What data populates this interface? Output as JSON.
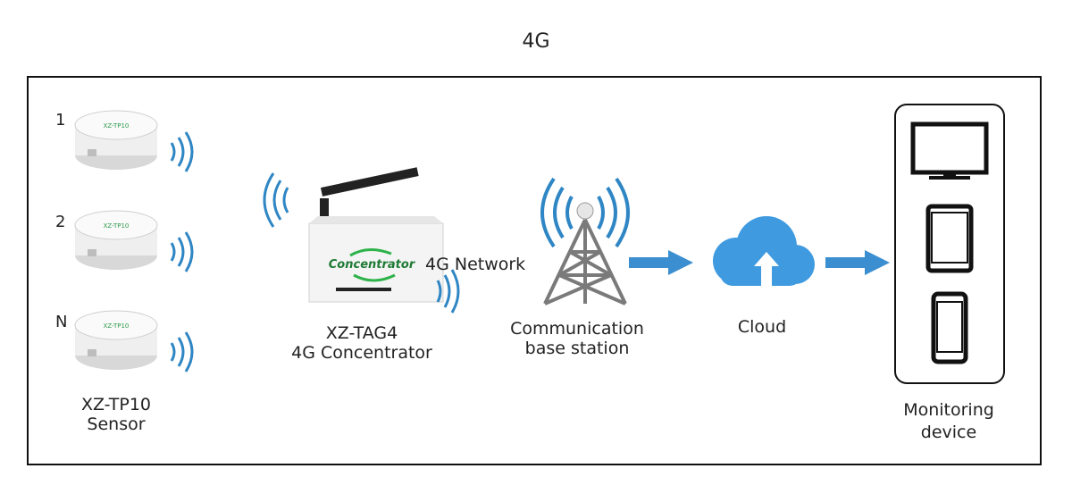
{
  "title": "4G",
  "sensors": {
    "items": [
      {
        "index_label": "1",
        "device_text": "XZ-TP10"
      },
      {
        "index_label": "2",
        "device_text": "XZ-TP10"
      },
      {
        "index_label": "N",
        "device_text": "XZ-TP10"
      }
    ],
    "label_line1": "XZ-TP10",
    "label_line2": "Sensor"
  },
  "concentrator": {
    "device_text": "Concentrator",
    "label_line1": "XZ-TAG4",
    "label_line2": "4G Concentrator"
  },
  "network_label": "4G Network",
  "base_station": {
    "label_line1": "Communication",
    "label_line2": "base station"
  },
  "cloud": {
    "label": "Cloud"
  },
  "monitoring": {
    "label_line1": "Monitoring",
    "label_line2": "device"
  },
  "colors": {
    "signal_blue": "#2f86c4",
    "arrow_blue": "#3b8fd0",
    "cloud_blue": "#3f9ae0",
    "concentrator_green": "#2db34a",
    "frame": "#111111"
  },
  "icons": [
    "signal-waves-icon",
    "antenna-icon",
    "tower-icon",
    "cloud-upload-icon",
    "arrow-right-icon",
    "monitor-icon",
    "tablet-icon",
    "phone-icon"
  ]
}
